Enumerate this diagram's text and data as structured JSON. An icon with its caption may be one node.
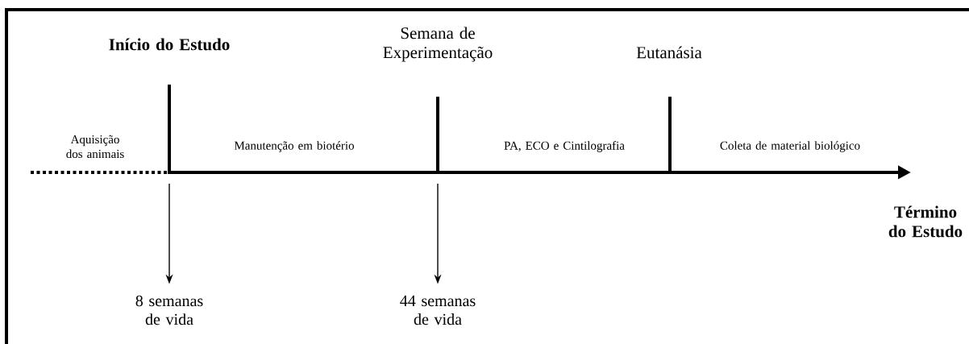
{
  "diagram": {
    "nodes": [
      {
        "text": [
          "Início do Estudo"
        ]
      },
      {
        "text": [
          "Semana de Experimentação"
        ]
      },
      {
        "text": [
          "Eutanásia"
        ]
      },
      {
        "text": [
          "Término do Estudo"
        ]
      },
      {
        "text": [
          "8 semanas de vida"
        ]
      },
      {
        "text": [
          "44 semanas de vida"
        ]
      }
    ],
    "edges": [
      {
        "from": null,
        "to": 4,
        "arrow": "to"
      },
      {
        "from": null,
        "to": 5,
        "arrow": "to"
      }
    ],
    "labels": [
      "Aquisição dos animais",
      "Manutenção em biotério",
      "PA, ECO e Cintilografia",
      "Coleta de material biológico"
    ]
  }
}
